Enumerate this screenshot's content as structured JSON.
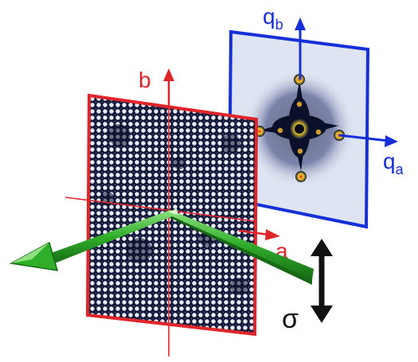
{
  "labels": {
    "b_axis": "b",
    "a_axis": "a",
    "qb_main": "q",
    "qb_sub": "b",
    "qa_main": "q",
    "qa_sub": "a",
    "sigma": "σ"
  },
  "colors": {
    "real_space": "#e0262b",
    "reciprocal": "#1530d8",
    "beam": "#2fae2a",
    "stress": "#111111",
    "image_background": "#0e1530",
    "pattern_background": "#dfe4f2"
  },
  "icons": {
    "beam": "green-arrow",
    "stress": "double-headed-arrow"
  }
}
